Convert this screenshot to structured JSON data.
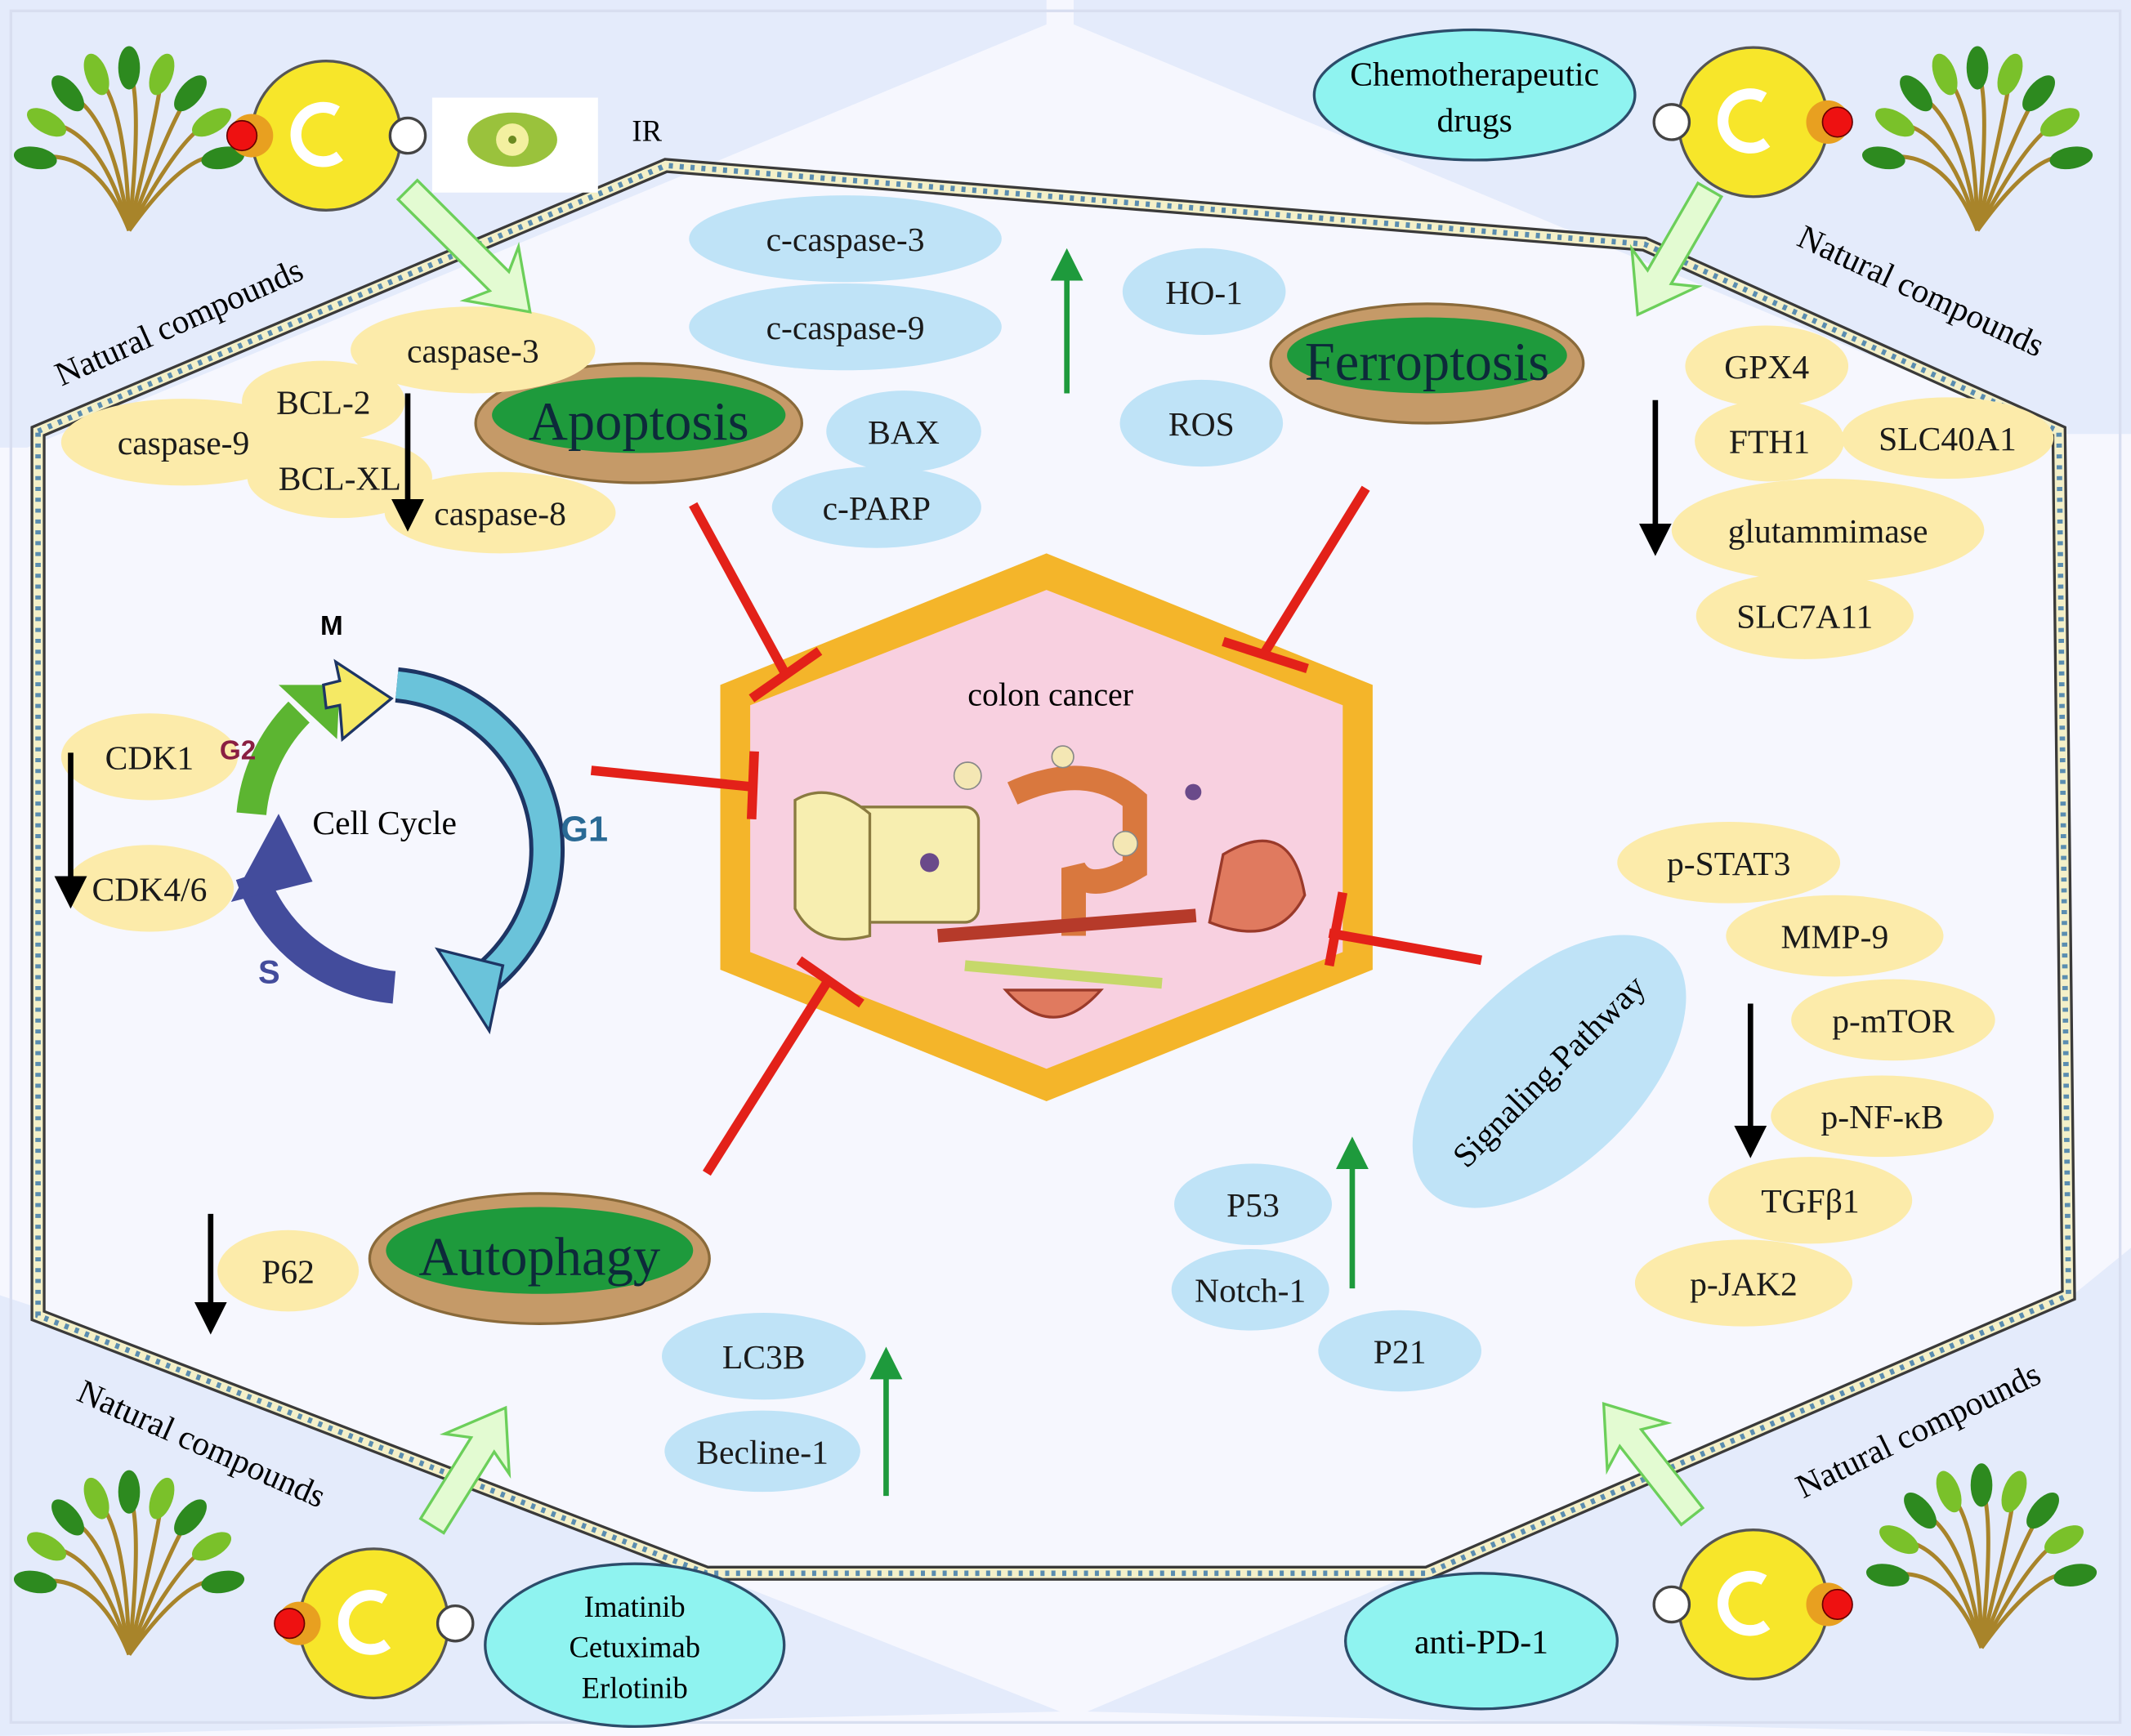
{
  "center": {
    "title": "colon cancer"
  },
  "processes": {
    "apoptosis": "Apoptosis",
    "ferroptosis": "Ferroptosis",
    "autophagy": "Autophagy",
    "cell_cycle": "Cell Cycle"
  },
  "cell_cycle_phases": {
    "m": "M",
    "g2": "G2",
    "g1": "G1",
    "s": "S"
  },
  "treatments": {
    "natural_compounds": "Natural compounds",
    "ir": "IR",
    "chemo": [
      "Chemotherapeutic",
      "drugs"
    ],
    "targeted": [
      "Imatinib",
      "Cetuximab",
      "Erlotinib"
    ],
    "immuno": "anti-PD-1",
    "signaling": "Signaling.Pathway"
  },
  "yellow_markers": [
    "caspase-3",
    "BCL-2",
    "caspase-9",
    "BCL-XL",
    "caspase-8",
    "CDK1",
    "CDK4/6",
    "P62",
    "GPX4",
    "FTH1",
    "SLC40A1",
    "glutammimase",
    "SLC7A11",
    "p-STAT3",
    "MMP-9",
    "p-mTOR",
    "p-NF-κB",
    "TGFβ1",
    "p-JAK2"
  ],
  "blue_markers": [
    "c-caspase-3",
    "c-caspase-9",
    "BAX",
    "c-PARP",
    "HO-1",
    "ROS",
    "P53",
    "Notch-1",
    "P21",
    "LC3B",
    "Becline-1"
  ],
  "colors": {
    "down_regulated": "#fcebaa",
    "up_regulated": "#bfe3f7",
    "inhibition": "#e32119",
    "up_arrow": "#1e9a3c",
    "down_arrow": "#000000",
    "drug": "#8ff3f0",
    "tumor_border": "#f4b52a",
    "tumor_fill": "#f8d0e0"
  }
}
